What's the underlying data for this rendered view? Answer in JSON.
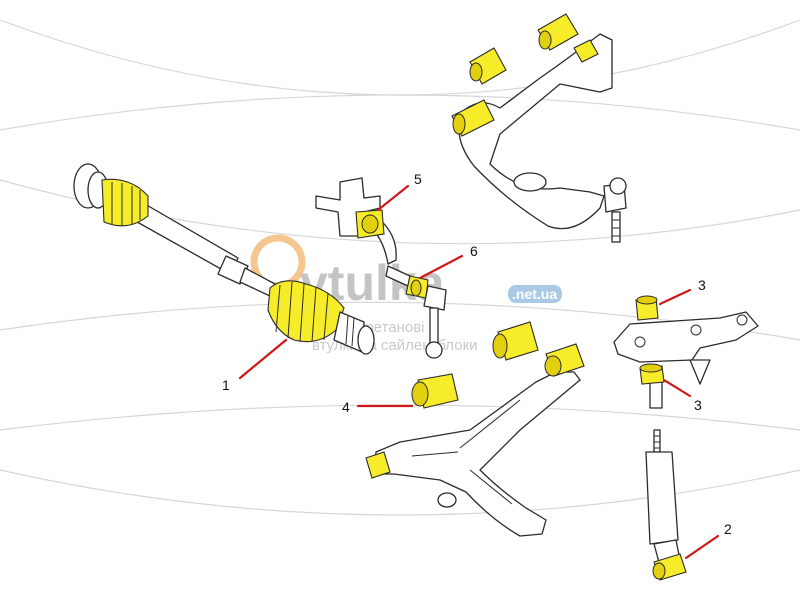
{
  "watermark": {
    "brand": "vtulka",
    "tld": ".net.ua",
    "tagline_1": "уретанові",
    "tagline_2": "втулки та сайлентблоки"
  },
  "callouts": [
    {
      "number": "1"
    },
    {
      "number": "2"
    },
    {
      "number": "3"
    },
    {
      "number": "3"
    },
    {
      "number": "4"
    },
    {
      "number": "5"
    },
    {
      "number": "6"
    }
  ],
  "colors": {
    "bushing": "#f7ec2a",
    "leader": "#d01818",
    "watermark_accent": "#f2b36a",
    "watermark_badge": "#a9c9e4"
  }
}
